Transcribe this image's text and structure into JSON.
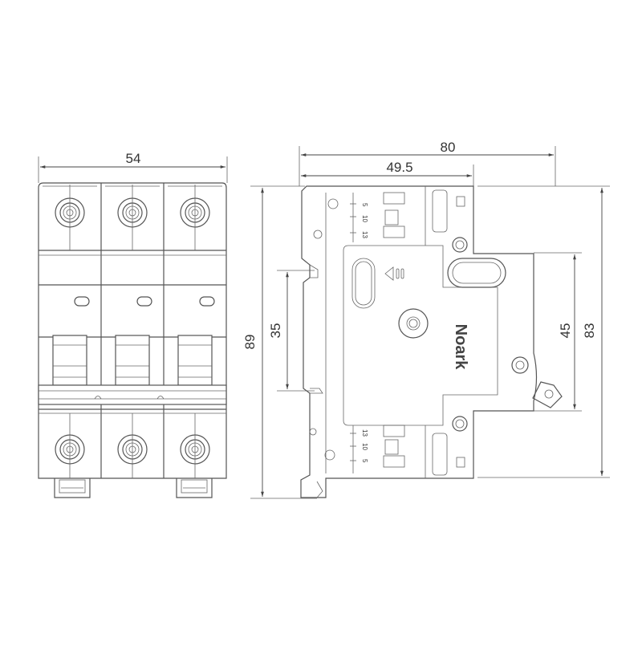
{
  "dimensions": {
    "front_width": "54",
    "side_depth_total": "80",
    "side_depth_front": "49.5",
    "height_total": "89",
    "rail_height": "35",
    "height_body": "83",
    "height_face": "45"
  },
  "brand": "Noark",
  "terminal_scale": {
    "top": [
      "5",
      "10",
      "13"
    ],
    "bottom": [
      "13",
      "10",
      "5"
    ]
  },
  "colors": {
    "line": "#555555",
    "background": "#ffffff"
  }
}
